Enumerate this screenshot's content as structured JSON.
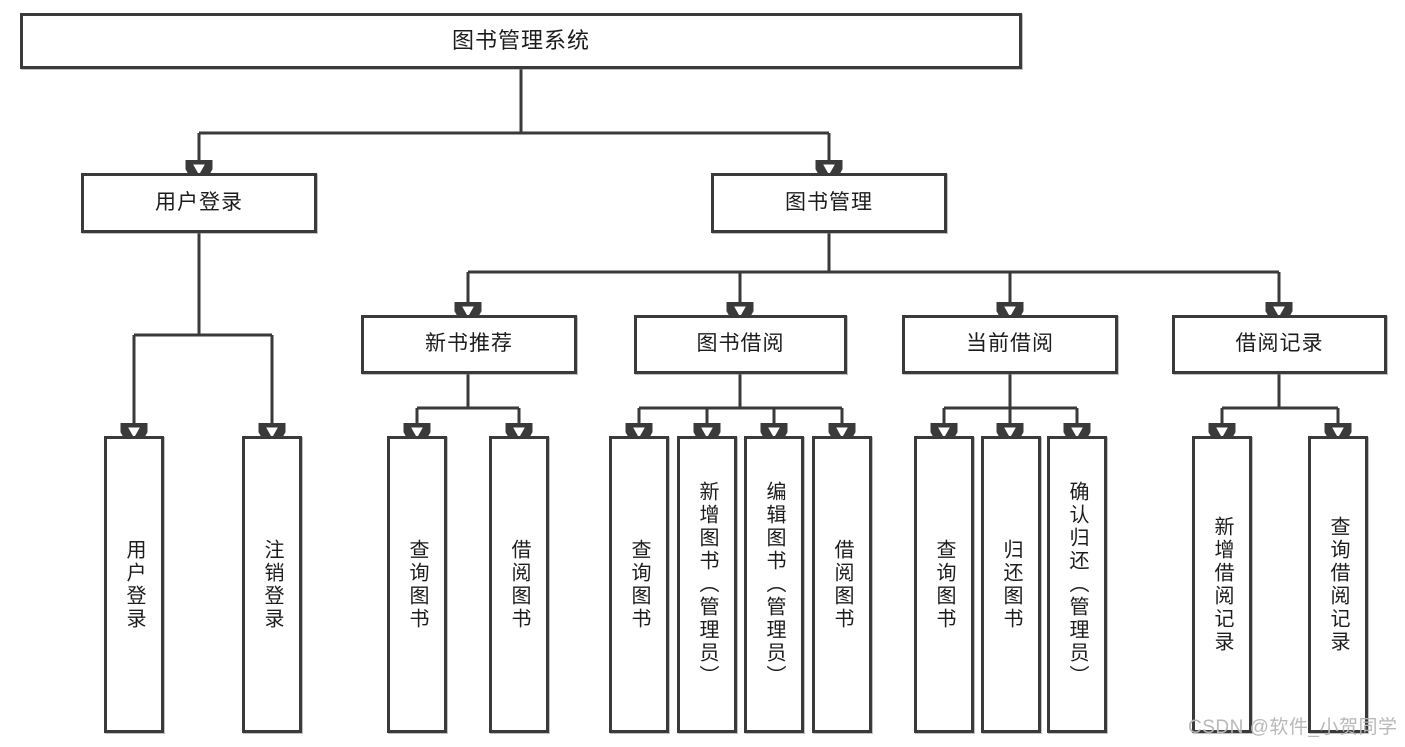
{
  "diagram": {
    "title": "图书管理系统",
    "type": "hierarchy-tree",
    "root": {
      "label": "图书管理系统"
    },
    "level2": [
      {
        "label": "用户登录"
      },
      {
        "label": "图书管理"
      }
    ],
    "level3": [
      {
        "label": "新书推荐"
      },
      {
        "label": "图书借阅"
      },
      {
        "label": "当前借阅"
      },
      {
        "label": "借阅记录"
      }
    ],
    "leaves": {
      "user_login": [
        {
          "label": "用户登录"
        },
        {
          "label": "注销登录"
        }
      ],
      "new_book_recommend": [
        {
          "label": "查询图书"
        },
        {
          "label": "借阅图书"
        }
      ],
      "book_borrow": [
        {
          "label": "查询图书"
        },
        {
          "label": "新增图书（管理员）"
        },
        {
          "label": "编辑图书（管理员）"
        },
        {
          "label": "借阅图书"
        }
      ],
      "current_borrow": [
        {
          "label": "查询图书"
        },
        {
          "label": "归还图书"
        },
        {
          "label": "确认归还（管理员）"
        }
      ],
      "borrow_record": [
        {
          "label": "新增借阅记录"
        },
        {
          "label": "查询借阅记录"
        }
      ]
    }
  },
  "watermark": {
    "text": "CSDN @软件_小贺同学"
  },
  "colors": {
    "border": "#3a3a3a",
    "background": "#ffffff",
    "text": "#1c1c1c",
    "watermark": "#b8b8b8"
  }
}
